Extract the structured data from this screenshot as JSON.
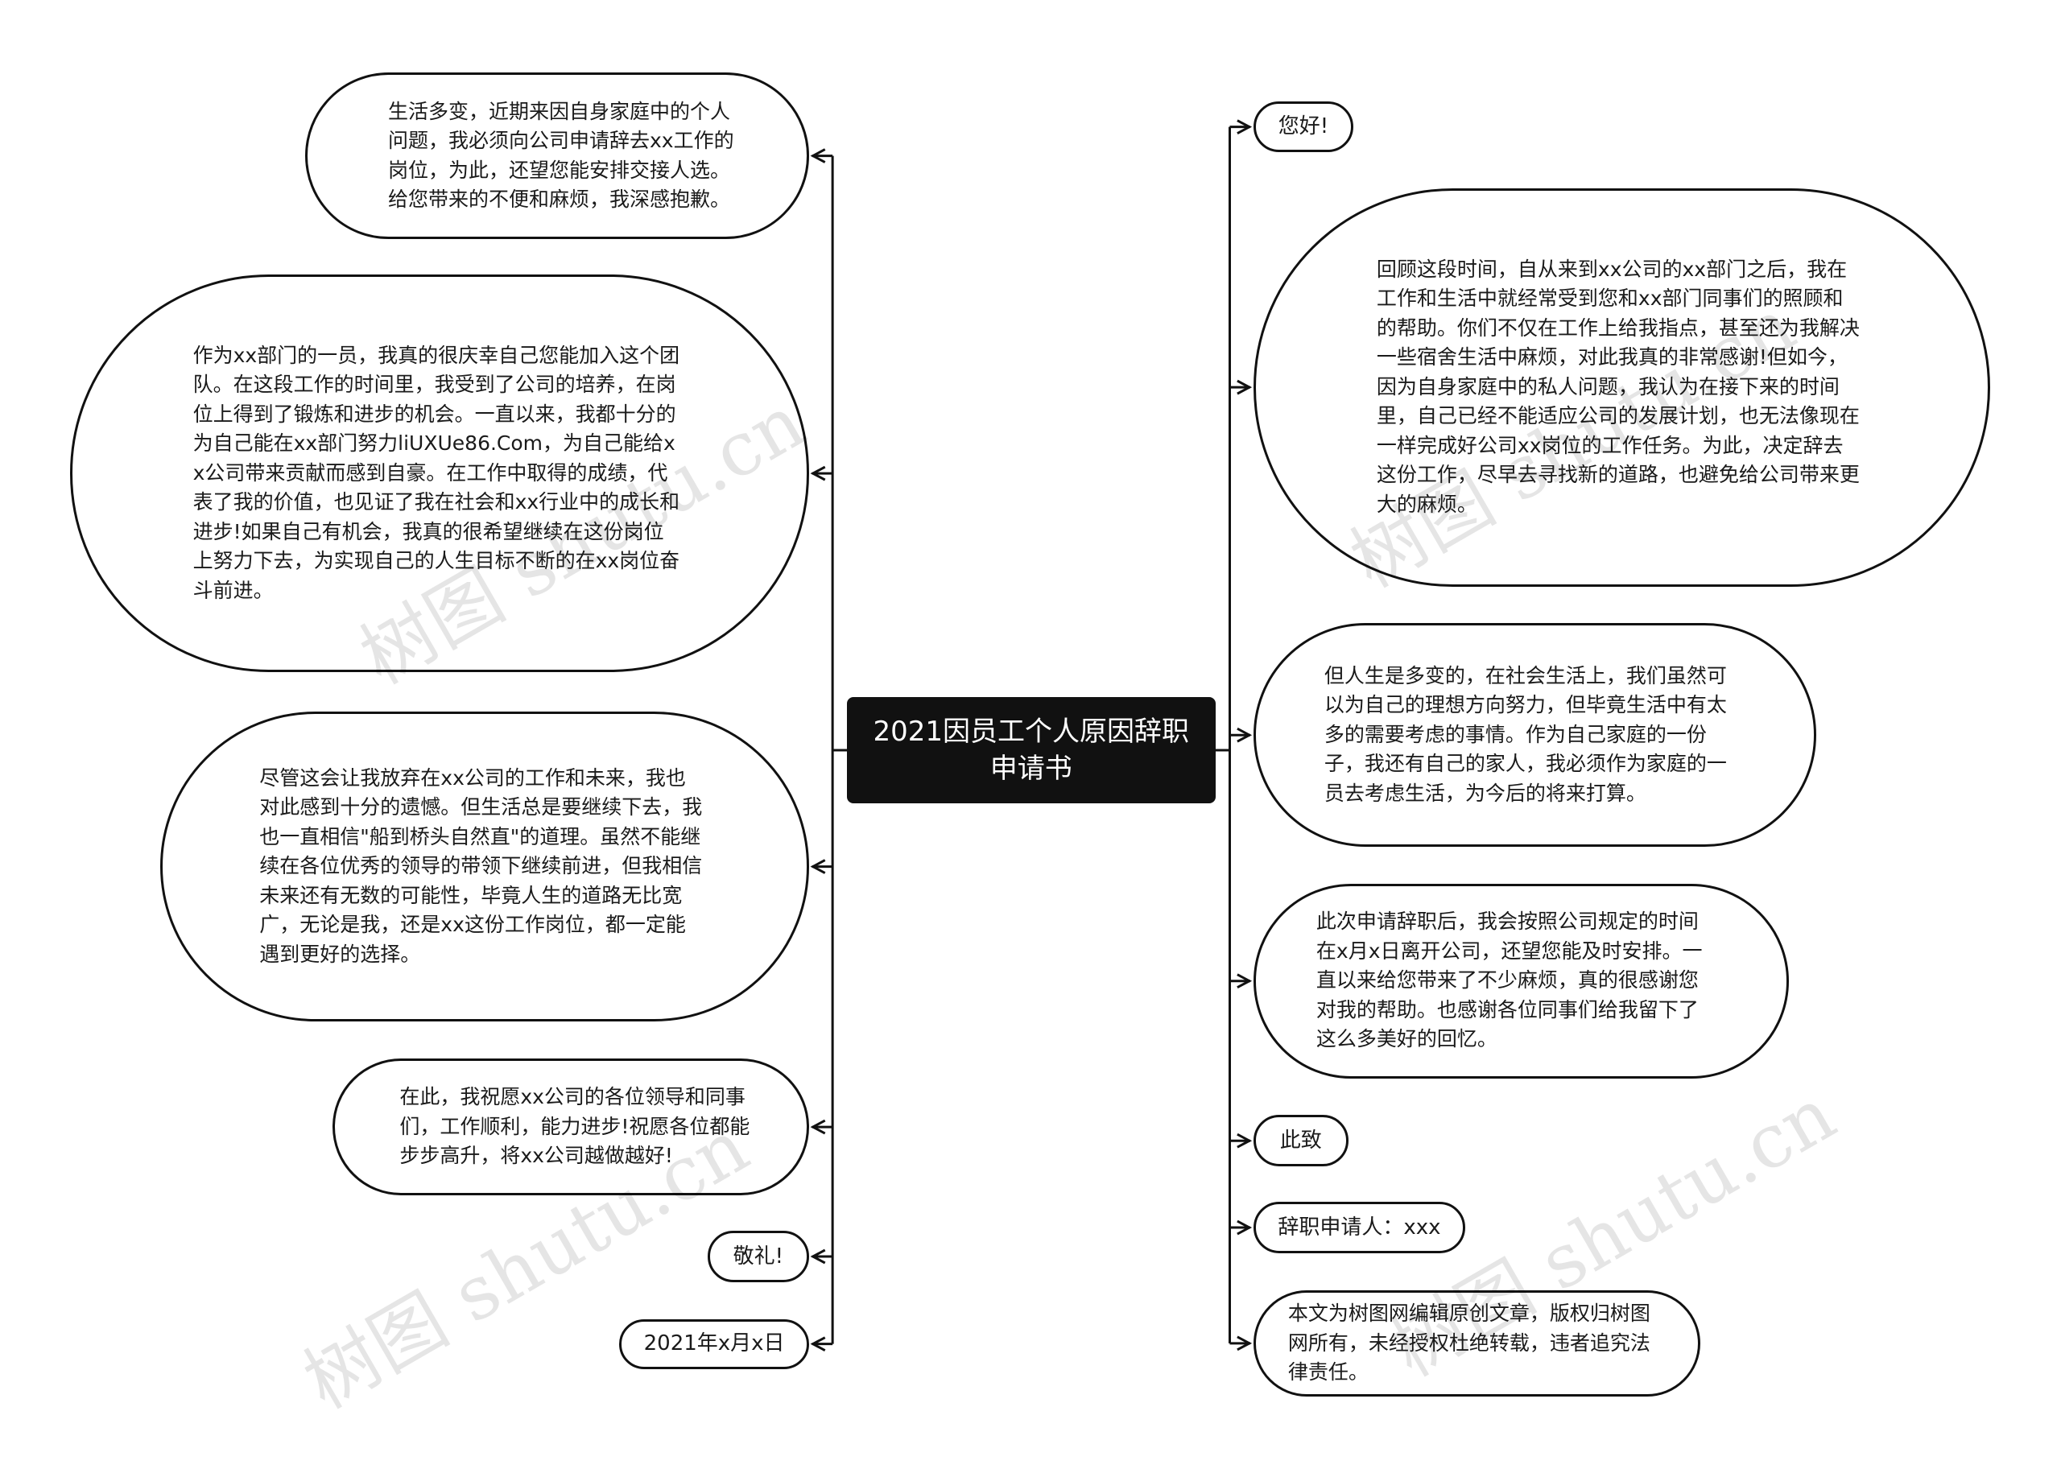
{
  "center": {
    "title": "2021因员工个人原因辞职申请书"
  },
  "left": [
    {
      "id": "l1",
      "text": "生活多变，近期来因自身家庭中的个人问题，我必须向公司申请辞去xx工作的岗位，为此，还望您能安排交接人选。给您带来的不便和麻烦，我深感抱歉。"
    },
    {
      "id": "l2",
      "text": "作为xx部门的一员，我真的很庆幸自己您能加入这个团队。在这段工作的时间里，我受到了公司的培养，在岗位上得到了锻炼和进步的机会。一直以来，我都十分的为自己能在xx部门努力liUXUe86.Com，为自己能给xx公司带来贡献而感到自豪。在工作中取得的成绩，代表了我的价值，也见证了我在社会和xx行业中的成长和进步!如果自己有机会，我真的很希望继续在这份岗位上努力下去，为实现自己的人生目标不断的在xx岗位奋斗前进。"
    },
    {
      "id": "l3",
      "text": "尽管这会让我放弃在xx公司的工作和未来，我也对此感到十分的遗憾。但生活总是要继续下去，我也一直相信\"船到桥头自然直\"的道理。虽然不能继续在各位优秀的领导的带领下继续前进，但我相信未来还有无数的可能性，毕竟人生的道路无比宽广，无论是我，还是xx这份工作岗位，都一定能遇到更好的选择。"
    },
    {
      "id": "l4",
      "text": "在此，我祝愿xx公司的各位领导和同事们，工作顺利，能力进步!祝愿各位都能步步高升，将xx公司越做越好!"
    },
    {
      "id": "l5",
      "text": "敬礼!"
    },
    {
      "id": "l6",
      "text": "2021年x月x日"
    }
  ],
  "right": [
    {
      "id": "r1",
      "text": "您好!"
    },
    {
      "id": "r2",
      "text": "回顾这段时间，自从来到xx公司的xx部门之后，我在工作和生活中就经常受到您和xx部门同事们的照顾和的帮助。你们不仅在工作上给我指点，甚至还为我解决一些宿舍生活中麻烦，对此我真的非常感谢!但如今，因为自身家庭中的私人问题，我认为在接下来的时间里，自己已经不能适应公司的发展计划，也无法像现在一样完成好公司xx岗位的工作任务。为此，决定辞去这份工作，尽早去寻找新的道路，也避免给公司带来更大的麻烦。"
    },
    {
      "id": "r3",
      "text": "但人生是多变的，在社会生活上，我们虽然可以为自己的理想方向努力，但毕竟生活中有太多的需要考虑的事情。作为自己家庭的一份子，我还有自己的家人，我必须作为家庭的一员去考虑生活，为今后的将来打算。"
    },
    {
      "id": "r4",
      "text": "此次申请辞职后，我会按照公司规定的时间在x月x日离开公司，还望您能及时安排。一直以来给您带来了不少麻烦，真的很感谢您对我的帮助。也感谢各位同事们给我留下了这么多美好的回忆。"
    },
    {
      "id": "r5",
      "text": "此致"
    },
    {
      "id": "r6",
      "text": "辞职申请人：xxx"
    },
    {
      "id": "r7",
      "text": "本文为树图网编辑原创文章，版权归树图网所有，未经授权杜绝转载，违者追究法律责任。"
    }
  ],
  "watermark": "树图 shutu.cn",
  "colors": {
    "line": "#111111",
    "center_bg": "#111111",
    "center_text": "#ffffff",
    "node_border": "#111111"
  }
}
